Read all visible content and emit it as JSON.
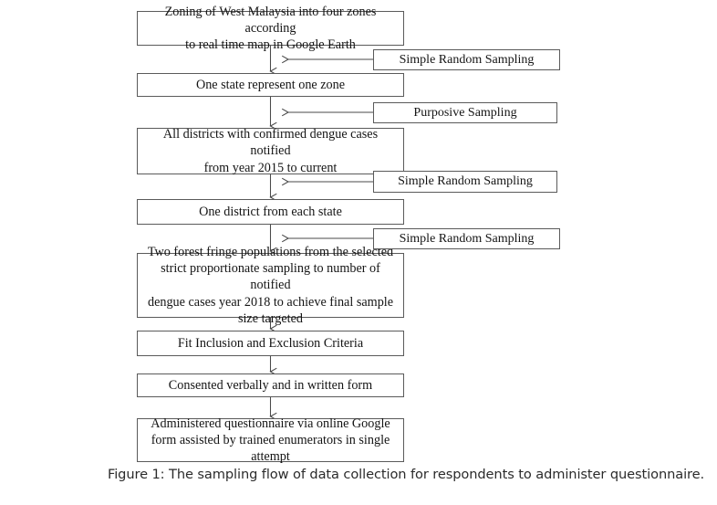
{
  "figure": {
    "caption": "Figure 1: The sampling flow of data collection for respondents to administer questionnaire.",
    "background_color": "#ffffff",
    "border_color": "#5a5a5a",
    "text_color": "#141414"
  },
  "flow": {
    "steps": [
      {
        "id": "step-zoning",
        "label": "Zoning of West Malaysia into four zones according\nto real time map in Google Earth"
      },
      {
        "id": "step-one-state",
        "label": "One state represent one zone"
      },
      {
        "id": "step-all-districts",
        "label": "All districts with confirmed dengue cases notified\nfrom year 2015 to current"
      },
      {
        "id": "step-one-district",
        "label": "One district from each state"
      },
      {
        "id": "step-two-forest-fringe",
        "label": "Two forest fringe populations from the selected\nstrict proportionate sampling to number of notified\ndengue cases year 2018 to achieve final sample\nsize targeted"
      },
      {
        "id": "step-criteria",
        "label": "Fit Inclusion and Exclusion Criteria"
      },
      {
        "id": "step-consent",
        "label": "Consented verbally and in written form"
      },
      {
        "id": "step-administered",
        "label": "Administered questionnaire via online Google\nform assisted by trained enumerators in single\nattempt"
      }
    ],
    "sampling_methods": [
      {
        "id": "sampling-1",
        "label": "Simple Random Sampling"
      },
      {
        "id": "sampling-2",
        "label": "Purposive Sampling"
      },
      {
        "id": "sampling-3",
        "label": "Simple Random Sampling"
      },
      {
        "id": "sampling-4",
        "label": "Simple Random Sampling"
      }
    ]
  }
}
